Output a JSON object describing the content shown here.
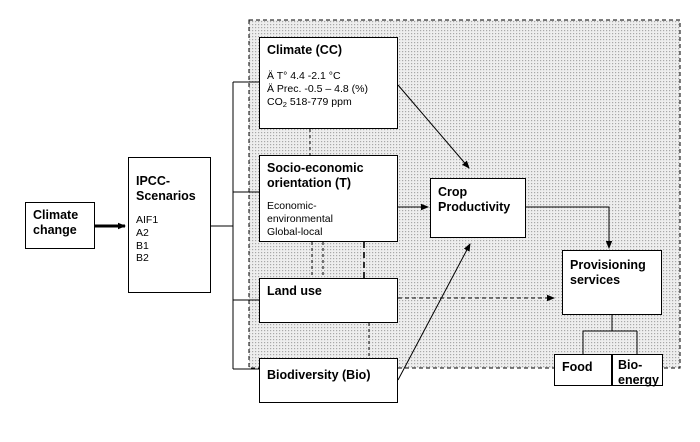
{
  "diagram": {
    "climate_change": {
      "title": "Climate change"
    },
    "ipcc": {
      "title": "IPCC-Scenarios",
      "lines": [
        "AIF1",
        "A2",
        "B1",
        "B2"
      ]
    },
    "climate": {
      "title": "Climate (CC)",
      "line1": "Ä T°  4.4 -2.1 °C",
      "line2": "Ä Prec. -0.5 – 4.8 (%)",
      "line3_prefix": "CO",
      "line3_sub": "2",
      "line3_suffix": " 518-779 ppm"
    },
    "socio": {
      "title": "Socio-economic orientation (T)",
      "lines": [
        "Economic-",
        "environmental",
        "Global-local"
      ]
    },
    "land_use": {
      "title": "Land use"
    },
    "biodiversity": {
      "title": "Biodiversity (Bio)"
    },
    "crop": {
      "title": "Crop Productivity"
    },
    "provisioning": {
      "title": "Provisioning services"
    },
    "food": {
      "title": "Food"
    },
    "bioenergy": {
      "title": "Bio-energy"
    },
    "colors": {
      "shaded_region": "#d4d4d4",
      "lines": "#000000",
      "box_fill": "#ffffff"
    }
  }
}
